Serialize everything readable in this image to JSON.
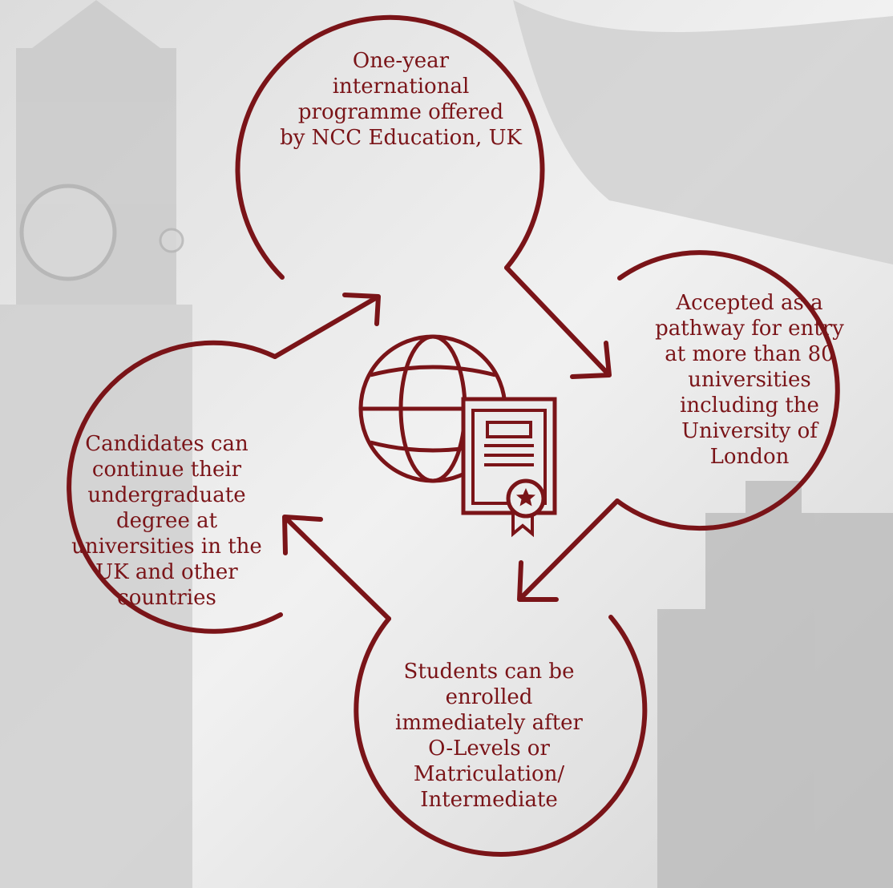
{
  "colors": {
    "accent": "#7a1418",
    "background": "#e9e9e9"
  },
  "icons": [
    "globe-icon",
    "certificate-icon",
    "star-badge-icon"
  ],
  "steps": [
    {
      "id": "top",
      "text": "One-year\ninternational\nprogramme offered\nby NCC Education, UK"
    },
    {
      "id": "right",
      "text": "Accepted as a\npathway for entry\nat more than 80\nuniversities\nincluding the\nUniversity of\nLondon"
    },
    {
      "id": "bottom",
      "text": "Students can be\nenrolled\nimmediately after\nO-Levels or\nMatriculation/\nIntermediate"
    },
    {
      "id": "left",
      "text": "Candidates can\ncontinue their\nundergraduate\ndegree at\nuniversities in the\nUK and other\ncountries"
    }
  ]
}
